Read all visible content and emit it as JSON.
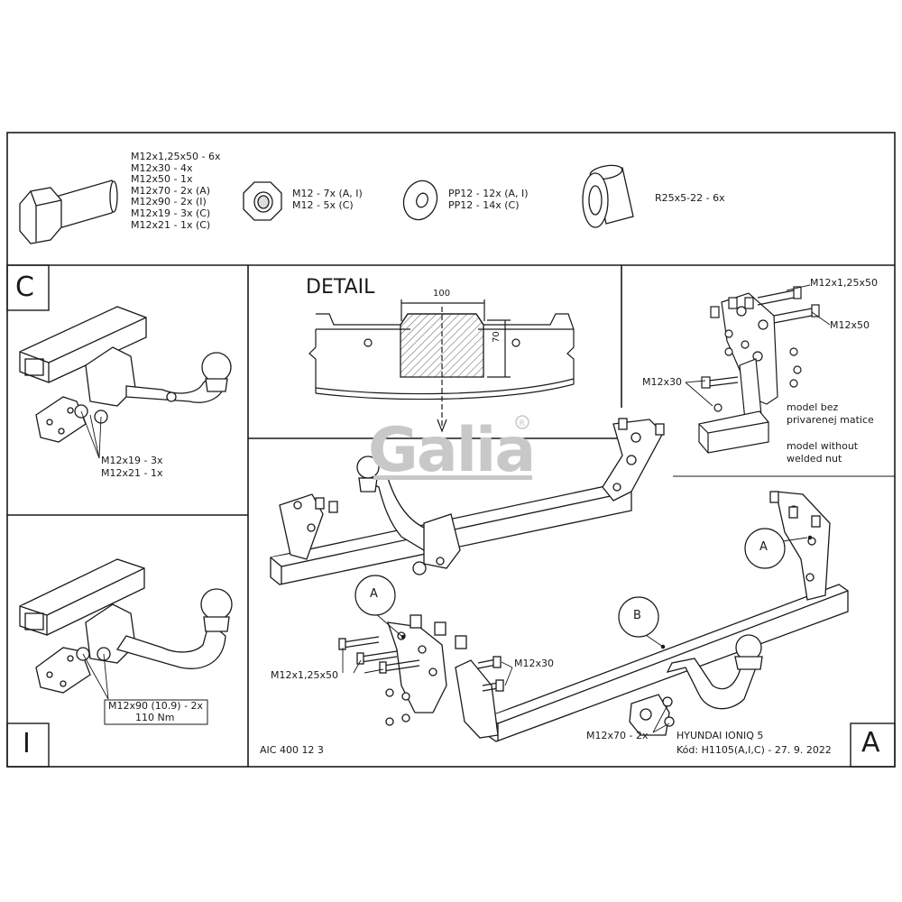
{
  "parts": {
    "bolt": [
      "M12x1,25x50 - 6x",
      "M12x30 - 4x",
      "M12x50 - 1x",
      "M12x70 - 2x (A)",
      "M12x90 - 2x (I)",
      "M12x19 - 3x (C)",
      "M12x21 - 1x (C)"
    ],
    "nut": [
      "M12 - 7x (A, I)",
      "M12 - 5x (C)"
    ],
    "washer": [
      "PP12 - 12x (A, I)",
      "PP12 - 14x (C)"
    ],
    "spacer": [
      "R25x5-22 - 6x"
    ]
  },
  "panel_c": {
    "letter": "C",
    "label_1": "M12x19 - 3x",
    "label_2": "M12x21 - 1x"
  },
  "panel_i": {
    "letter": "I",
    "label_1": "M12x90 (10.9) - 2x",
    "label_2": "110 Nm"
  },
  "detail": {
    "title": "DETAIL",
    "dim_width": "100",
    "dim_height": "70"
  },
  "side_panel": {
    "label_m12x1": "M12x1,25x50",
    "label_m12x50": "M12x50",
    "label_m12x30": "M12x30",
    "note_sk_1": "model bez",
    "note_sk_2": "privarenej matice",
    "note_en_1": "model without",
    "note_en_2": "welded nut"
  },
  "main": {
    "letter": "A",
    "callout_a1": "A",
    "callout_a2": "A",
    "callout_b": "B",
    "label_m12x125": "M12x1,25x50",
    "label_m12x30": "M12x30",
    "label_m12x70": "M12x70 - 2x",
    "code": "AIC 400 12 3",
    "vehicle": "HYUNDAI IONIQ 5",
    "kod": "Kód: H1105(A,I,C) - 27. 9. 2022"
  },
  "logo": "Galia",
  "colors": {
    "line": "#1a1a1a",
    "watermark": "#c8c8c8",
    "hatch": "#555555"
  }
}
